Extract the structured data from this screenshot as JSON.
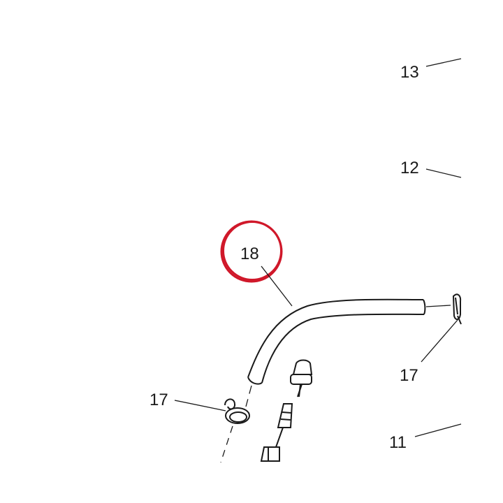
{
  "highlight_color": "#d0182a",
  "line_color": "#1a1a1a",
  "callouts": {
    "c13": "13",
    "c12": "12",
    "c18": "18",
    "c17_right": "17",
    "c17_left": "17",
    "c11": "11"
  },
  "highlighted_part": "18",
  "parts": {
    "hose": "fuel-hose",
    "clamp_left": "hose-clamp",
    "clamp_right": "hose-clamp",
    "fitting": "fuel-fitting"
  }
}
